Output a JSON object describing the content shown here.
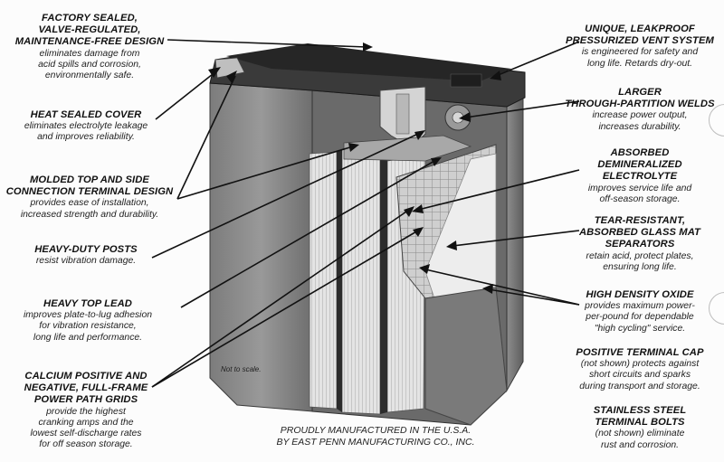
{
  "callouts_left": [
    {
      "title": "FACTORY SEALED,\nVALVE-REGULATED,\nMAINTENANCE-FREE DESIGN",
      "desc": "eliminates damage from\nacid spills and corrosion,\nenvironmentally safe."
    },
    {
      "title": "HEAT SEALED COVER",
      "desc": "eliminates electrolyte leakage\nand improves reliability."
    },
    {
      "title": "MOLDED TOP AND SIDE\nCONNECTION TERMINAL DESIGN",
      "desc": "provides ease of installation,\nincreased strength and durability."
    },
    {
      "title": "HEAVY-DUTY POSTS",
      "desc": "resist vibration damage."
    },
    {
      "title": "HEAVY TOP LEAD",
      "desc": "improves plate-to-lug adhesion\nfor vibration resistance,\nlong life and performance."
    },
    {
      "title": "CALCIUM POSITIVE AND\nNEGATIVE, FULL-FRAME\nPOWER PATH GRIDS",
      "desc": "provide the highest\ncranking amps and the\nlowest self-discharge rates\nfor off season storage."
    }
  ],
  "callouts_right": [
    {
      "title": "UNIQUE, LEAKPROOF\nPRESSURIZED VENT SYSTEM",
      "desc": "is engineered for safety and\nlong life. Retards dry-out."
    },
    {
      "title": "LARGER\nTHROUGH-PARTITION WELDS",
      "desc": "increase power output,\nincreases durability."
    },
    {
      "title": "ABSORBED\nDEMINERALIZED\nELECTROLYTE",
      "desc": "improves service life and\noff-season storage."
    },
    {
      "title": "TEAR-RESISTANT,\nABSORBED GLASS MAT\nSEPARATORS",
      "desc": "retain acid, protect plates,\nensuring long life."
    },
    {
      "title": "HIGH DENSITY OXIDE",
      "desc": "provides maximum power-\nper-pound for dependable\n\"high cycling\" service."
    },
    {
      "title": "POSITIVE TERMINAL CAP",
      "desc": "(not shown) protects against\nshort circuits and sparks\nduring transport and storage."
    },
    {
      "title": "STAINLESS STEEL\nTERMINAL BOLTS",
      "desc": "(not shown) eliminate\nrust and corrosion."
    }
  ],
  "note": "Not to scale.",
  "footer": "PROUDLY MANUFACTURED IN THE U.S.A.\nBY EAST PENN MANUFACTURING CO., INC.",
  "colors": {
    "case": "#8a8a8a",
    "case_dark": "#4a4a4a",
    "lid": "#2e2e2e",
    "plate": "#d9d9d9",
    "separator": "#f0f0f0"
  }
}
